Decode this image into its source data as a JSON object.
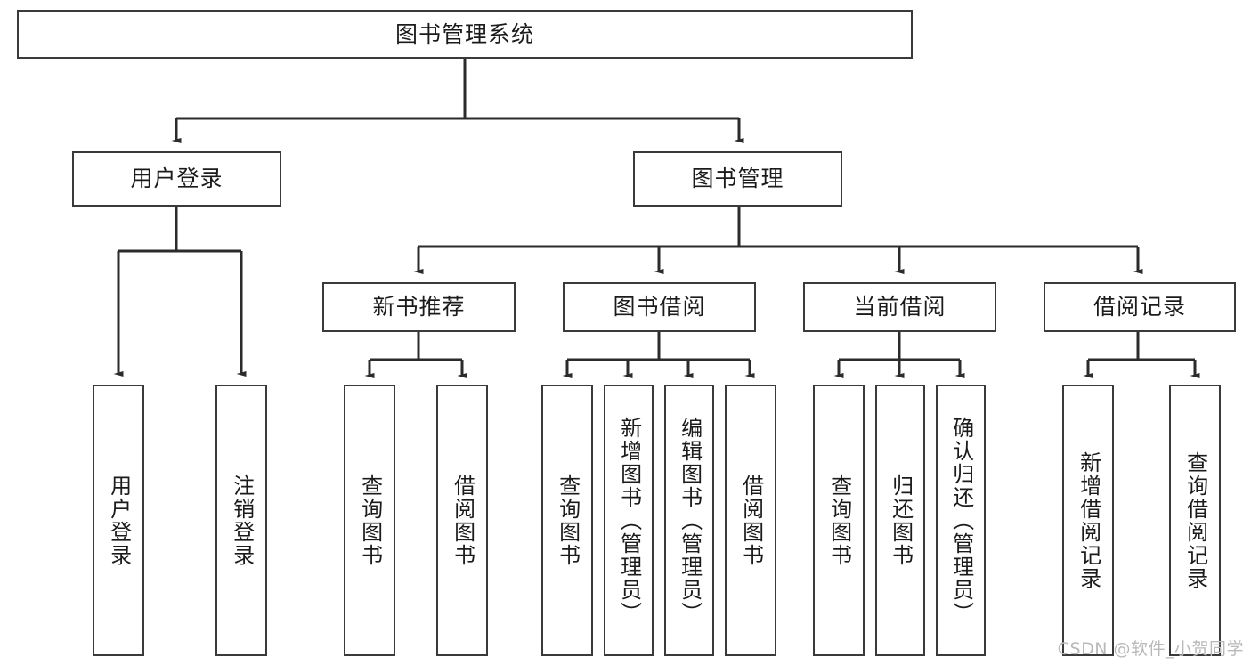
{
  "diagram": {
    "title": "图书管理系统",
    "watermark": "CSDN @软件_小贺同学",
    "colors": {
      "box_border": "#3a3a3a",
      "edge": "#2b2b2b",
      "text": "#1b1b1b",
      "background": "#ffffff",
      "watermark": "#b9b9b9"
    },
    "root": {
      "label": "图书管理系统"
    },
    "level2": [
      {
        "label": "用户登录"
      },
      {
        "label": "图书管理"
      }
    ],
    "level3": [
      {
        "label": "新书推荐"
      },
      {
        "label": "图书借阅"
      },
      {
        "label": "当前借阅"
      },
      {
        "label": "借阅记录"
      }
    ],
    "leaves": {
      "user_login": [
        {
          "label": "用户登录"
        },
        {
          "label": "注销登录"
        }
      ],
      "new_book": [
        {
          "label": "查询图书"
        },
        {
          "label": "借阅图书"
        }
      ],
      "book_borrow": [
        {
          "label": "查询图书"
        },
        {
          "label": "新增图书（管理员）"
        },
        {
          "label": "编辑图书（管理员）"
        },
        {
          "label": "借阅图书"
        }
      ],
      "current_borrow": [
        {
          "label": "查询图书"
        },
        {
          "label": "归还图书"
        },
        {
          "label": "确认归还（管理员）"
        }
      ],
      "borrow_record": [
        {
          "label": "新增借阅记录"
        },
        {
          "label": "查询借阅记录"
        }
      ]
    }
  }
}
